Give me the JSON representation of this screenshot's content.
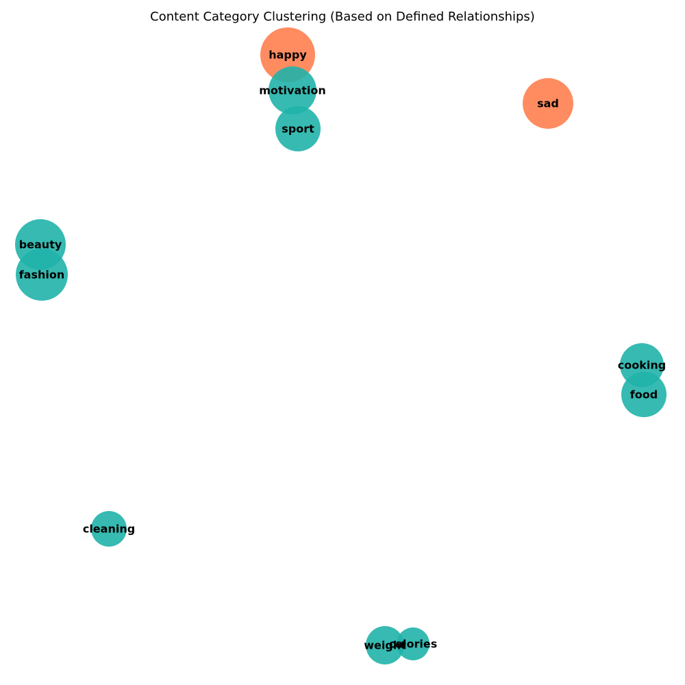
{
  "title": "Content Category Clustering (Based on Defined Relationships)",
  "colors": {
    "emotion_node": "#ff7f50",
    "category_node": "#20b2aa"
  },
  "nodes": [
    {
      "label": "happy",
      "group": "emotion"
    },
    {
      "label": "motivation",
      "group": "category"
    },
    {
      "label": "sport",
      "group": "category"
    },
    {
      "label": "sad",
      "group": "emotion"
    },
    {
      "label": "beauty",
      "group": "category"
    },
    {
      "label": "fashion",
      "group": "category"
    },
    {
      "label": "cooking",
      "group": "category"
    },
    {
      "label": "food",
      "group": "category"
    },
    {
      "label": "cleaning",
      "group": "category"
    },
    {
      "label": "weight",
      "group": "category"
    },
    {
      "label": "calories",
      "group": "category"
    }
  ]
}
